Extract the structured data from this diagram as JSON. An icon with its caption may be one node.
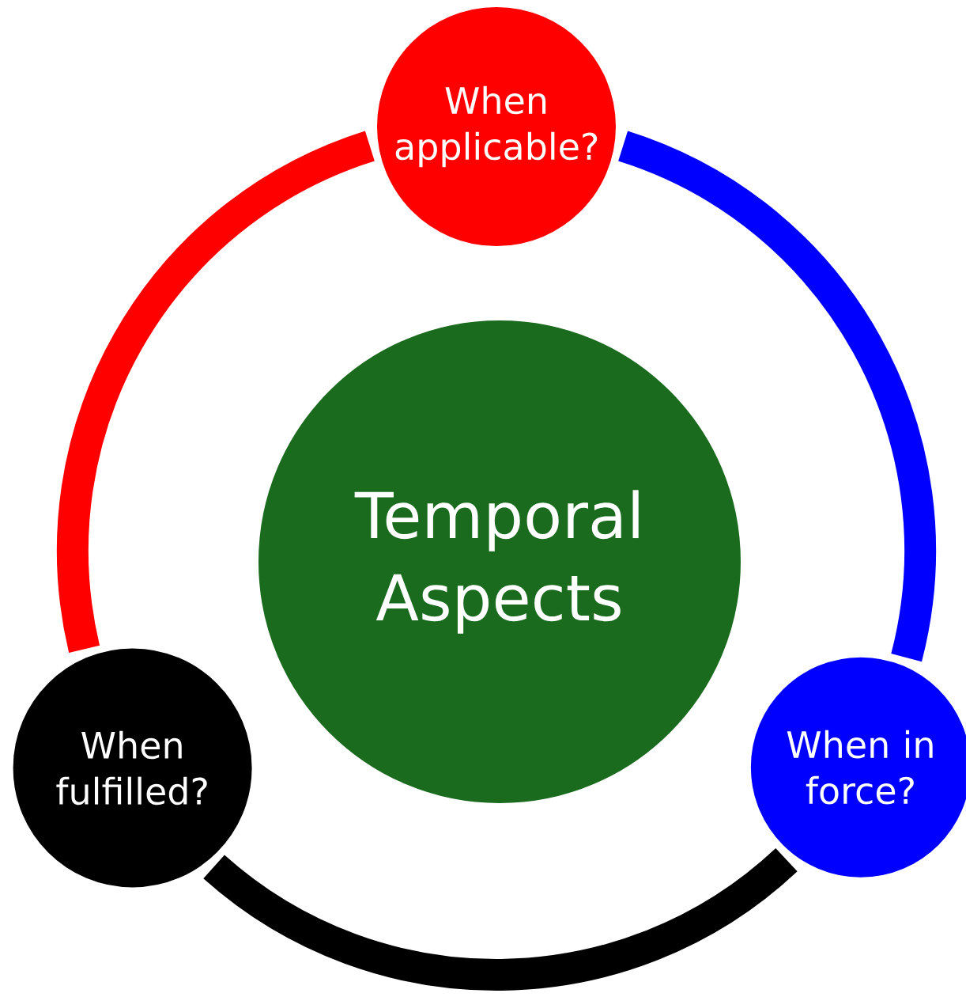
{
  "diagram": {
    "nodes": [
      {
        "text": [
          "Temporal Aspects"
        ]
      },
      {
        "text": [
          "When applicable?"
        ]
      },
      {
        "text": [
          "When fulfilled?"
        ]
      },
      {
        "text": [
          "When in force?"
        ]
      }
    ],
    "edges": [
      {
        "from": 1,
        "to": 2,
        "arrow": "none",
        "color": "#ff0000"
      },
      {
        "from": 1,
        "to": 3,
        "arrow": "none",
        "color": "#0000ff"
      },
      {
        "from": 2,
        "to": 3,
        "arrow": "none",
        "color": "#000000"
      }
    ]
  }
}
